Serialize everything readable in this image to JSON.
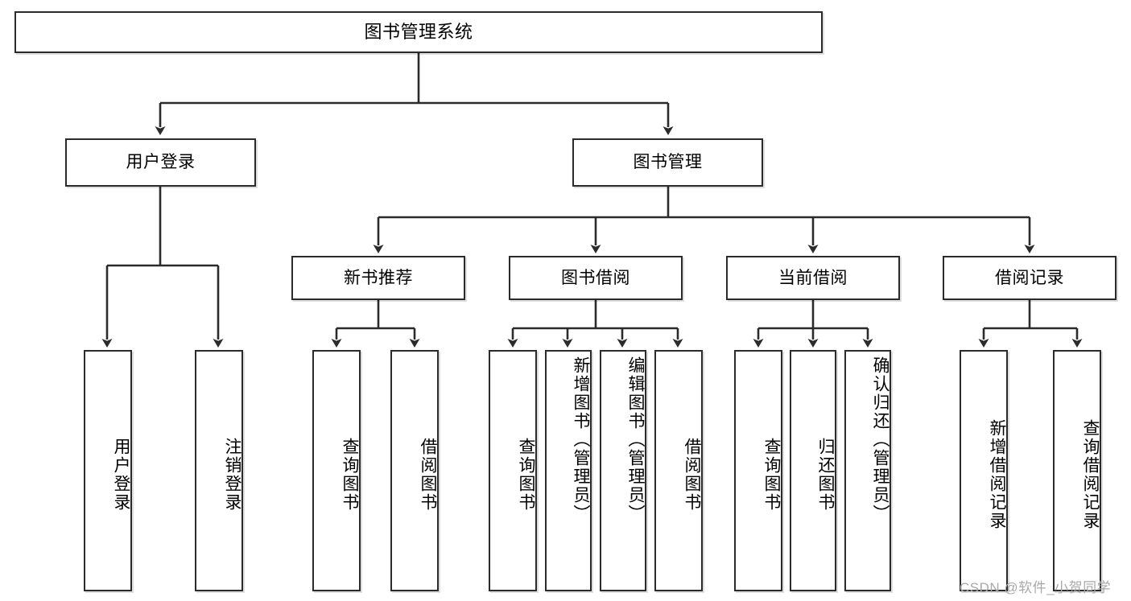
{
  "diagram": {
    "title": "图书管理系统",
    "type": "tree-hierarchy",
    "nodes": {
      "root": {
        "label": "图书管理系统"
      },
      "level2": [
        {
          "id": "user-login",
          "label": "用户登录"
        },
        {
          "id": "book-manage",
          "label": "图书管理"
        }
      ],
      "level3": [
        {
          "id": "new-book-recommend",
          "label": "新书推荐"
        },
        {
          "id": "book-borrow",
          "label": "图书借阅"
        },
        {
          "id": "current-borrow",
          "label": "当前借阅"
        },
        {
          "id": "borrow-record",
          "label": "借阅记录"
        }
      ],
      "leaves": {
        "user-login": [
          {
            "id": "leaf-user-login",
            "label": "用户登录"
          },
          {
            "id": "leaf-logout-login",
            "label": "注销登录"
          }
        ],
        "new-book-recommend": [
          {
            "id": "leaf-query-book-1",
            "label": "查询图书"
          },
          {
            "id": "leaf-borrow-book-1",
            "label": "借阅图书"
          }
        ],
        "book-borrow": [
          {
            "id": "leaf-query-book-2",
            "label": "查询图书"
          },
          {
            "id": "leaf-add-book",
            "label": "新增图书（管理员）"
          },
          {
            "id": "leaf-edit-book",
            "label": "编辑图书（管理员）"
          },
          {
            "id": "leaf-borrow-book-2",
            "label": "借阅图书"
          }
        ],
        "current-borrow": [
          {
            "id": "leaf-query-book-3",
            "label": "查询图书"
          },
          {
            "id": "leaf-return-book",
            "label": "归还图书"
          },
          {
            "id": "leaf-confirm-return",
            "label": "确认归还（管理员）"
          }
        ],
        "borrow-record": [
          {
            "id": "leaf-add-record",
            "label": "新增借阅记录"
          },
          {
            "id": "leaf-query-record",
            "label": "查询借阅记录"
          }
        ]
      }
    },
    "colors": {
      "background": "#ffffff",
      "node_fill": "#ffffff",
      "node_border": "#2b2b2b",
      "connector": "#2b2b2b",
      "text": "#000000",
      "watermark": "#a9a9a9"
    }
  },
  "watermark": {
    "text": "CSDN @软件_小贺同学"
  }
}
